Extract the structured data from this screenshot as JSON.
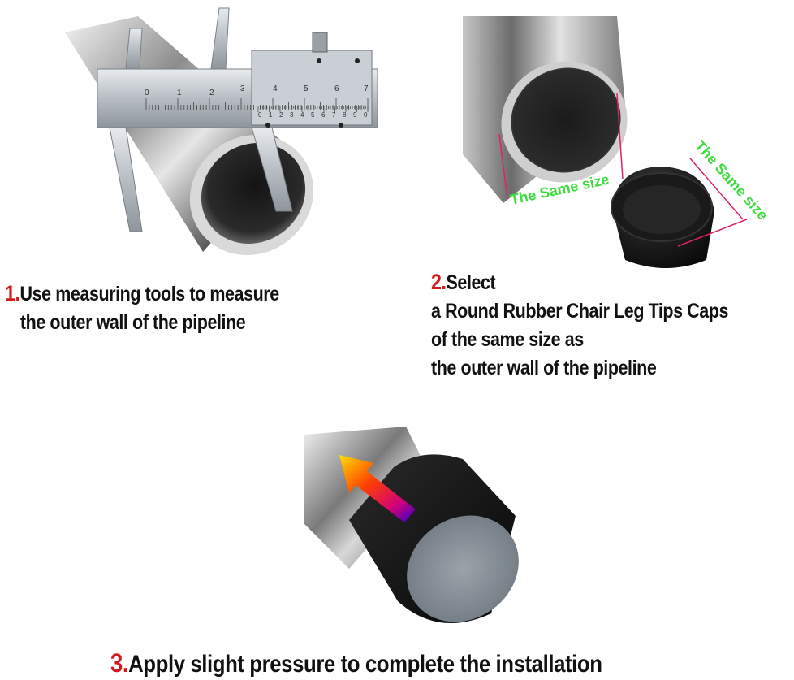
{
  "colors": {
    "step_number": "#d7191c",
    "same_size_label": "#3ddc3d",
    "rubber_cap": "#121212",
    "cap_face": "#8a949c"
  },
  "steps": [
    {
      "number": "1.",
      "lines": [
        "Use measuring tools to measure",
        "the outer wall of the pipeline"
      ]
    },
    {
      "number": "2.",
      "lines": [
        "Select",
        "a Round Rubber Chair Leg Tips Caps",
        "of the same size as",
        "the outer wall of the pipeline"
      ]
    },
    {
      "number": "3.",
      "lines": [
        "Apply slight pressure to complete the installation"
      ]
    }
  ],
  "caliper_scale": {
    "main_numbers": [
      "0",
      "1",
      "2",
      "3",
      "4",
      "5",
      "6",
      "7"
    ],
    "vernier_numbers": [
      "0",
      "1",
      "2",
      "3",
      "4",
      "5",
      "6",
      "7",
      "8",
      "9",
      "0"
    ]
  },
  "labels": {
    "same_size_pipe": "The Same size",
    "same_size_cap": "The Same size"
  },
  "icons": {
    "pipe": "pipe-illustration",
    "caliper": "caliper-icon",
    "cap": "rubber-cap-illustration",
    "arrow": "insert-arrow-icon"
  }
}
